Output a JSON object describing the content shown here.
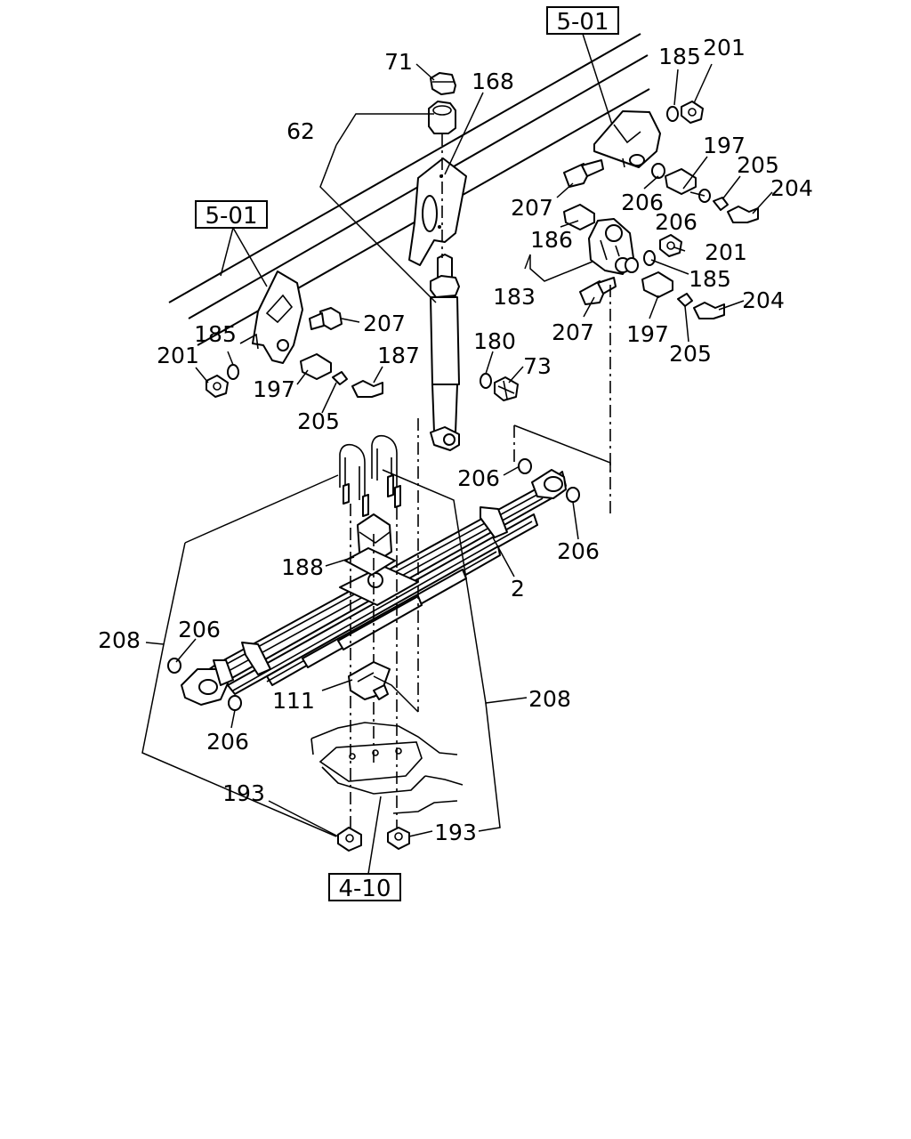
{
  "ref_boxes": {
    "top": "5-01",
    "left": "5-01",
    "bottom": "4-10"
  },
  "callouts": {
    "c71": "71",
    "c168": "168",
    "c62": "62",
    "c185a": "185",
    "c201a": "201",
    "c197a": "197",
    "c205a": "205",
    "c204a": "204",
    "c207a": "207",
    "c206a": "206",
    "c206b": "206",
    "c186": "186",
    "c201b": "201",
    "c185b": "185",
    "c183": "183",
    "c204b": "204",
    "c207b": "207",
    "c197b": "197",
    "c205b": "205",
    "c207c": "207",
    "c185c": "185",
    "c201c": "201",
    "c187": "187",
    "c197c": "197",
    "c205c": "205",
    "c180": "180",
    "c73": "73",
    "c206c": "206",
    "c206d": "206",
    "c188": "188",
    "c2": "2",
    "c208a": "208",
    "c206e": "206",
    "c206f": "206",
    "c111": "111",
    "c208b": "208",
    "c193a": "193",
    "c193b": "193"
  }
}
